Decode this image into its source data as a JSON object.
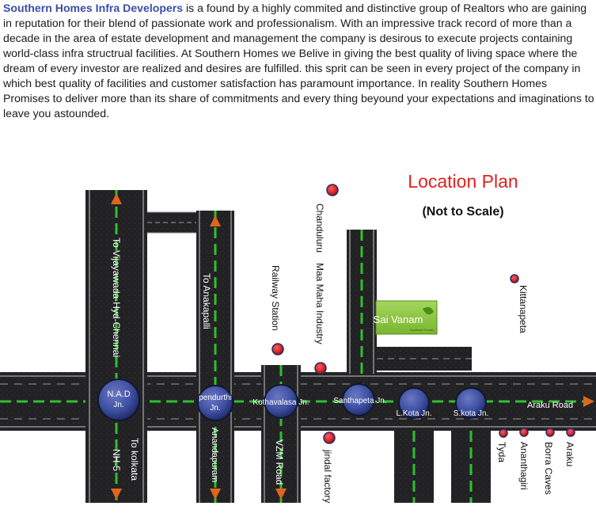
{
  "intro": {
    "company": "Southern Homes Infra Developers",
    "text": " is a found by a highly commited and distinctive group of Realtors who are gaining in reputation for their blend of passionate work and professionalism. With an impressive track record of more than a decade in the area of estate development and management the company is desirous to execute projects containing world-class infra structrual facilities. At Southern Homes we Belive in giving the best quality of living space where the dream of every investor are realized and desires are fulfilled. this sprit can be seen in every project of the company in which best quality of facilities and customer satisfaction has paramount importance.  In reality Southern Homes Promises to deliver more than its share of commitments and every thing beyound your expectations and imaginations to leave you astounded."
  },
  "map": {
    "title": "Location Plan",
    "subtitle": "(Not to Scale)",
    "project": "Sai Vanam",
    "project_tag": "Southern Homes",
    "road_left_top": "To Vijayawada-Hyd-Chennai",
    "road_left_bottom_a": "To kolkata",
    "road_left_bottom_b": "NH-5",
    "road_mid_top": "To Anakapalli",
    "road_mid_bottom": "Anandapuram",
    "road_vzm": "VZM Road",
    "road_araku": "Araku Road",
    "junctions": {
      "nad": "N.A.D",
      "nad_sub": "Jn.",
      "pendurthi": "pendurthi",
      "pendurthi_sub": "Jn.",
      "kothavalasa": "Kothavalasa Jn.",
      "santhapeta": "Santhapeta Jn.",
      "lkota": "L.Kota Jn.",
      "skota": "S.kota Jn."
    },
    "landmarks": {
      "railway": "Railway Station",
      "chanduluru": "Chanduluru",
      "maamaha": "Maa Maha Industry",
      "kittanapeta": "Kittanapeta",
      "jindal": "jindal factory",
      "tyda": "Tyda",
      "ananthagiri": "Ananthagiri",
      "borra": "Borra Caves",
      "araku": "Araku"
    },
    "colors": {
      "road": "#1e1e20",
      "lane": "#2fbf2f",
      "arrow": "#e0661c",
      "junction": "#3d4fa0",
      "marker": "#cc2020",
      "title": "#e0201c",
      "project_bg": "#8cc63f"
    }
  }
}
